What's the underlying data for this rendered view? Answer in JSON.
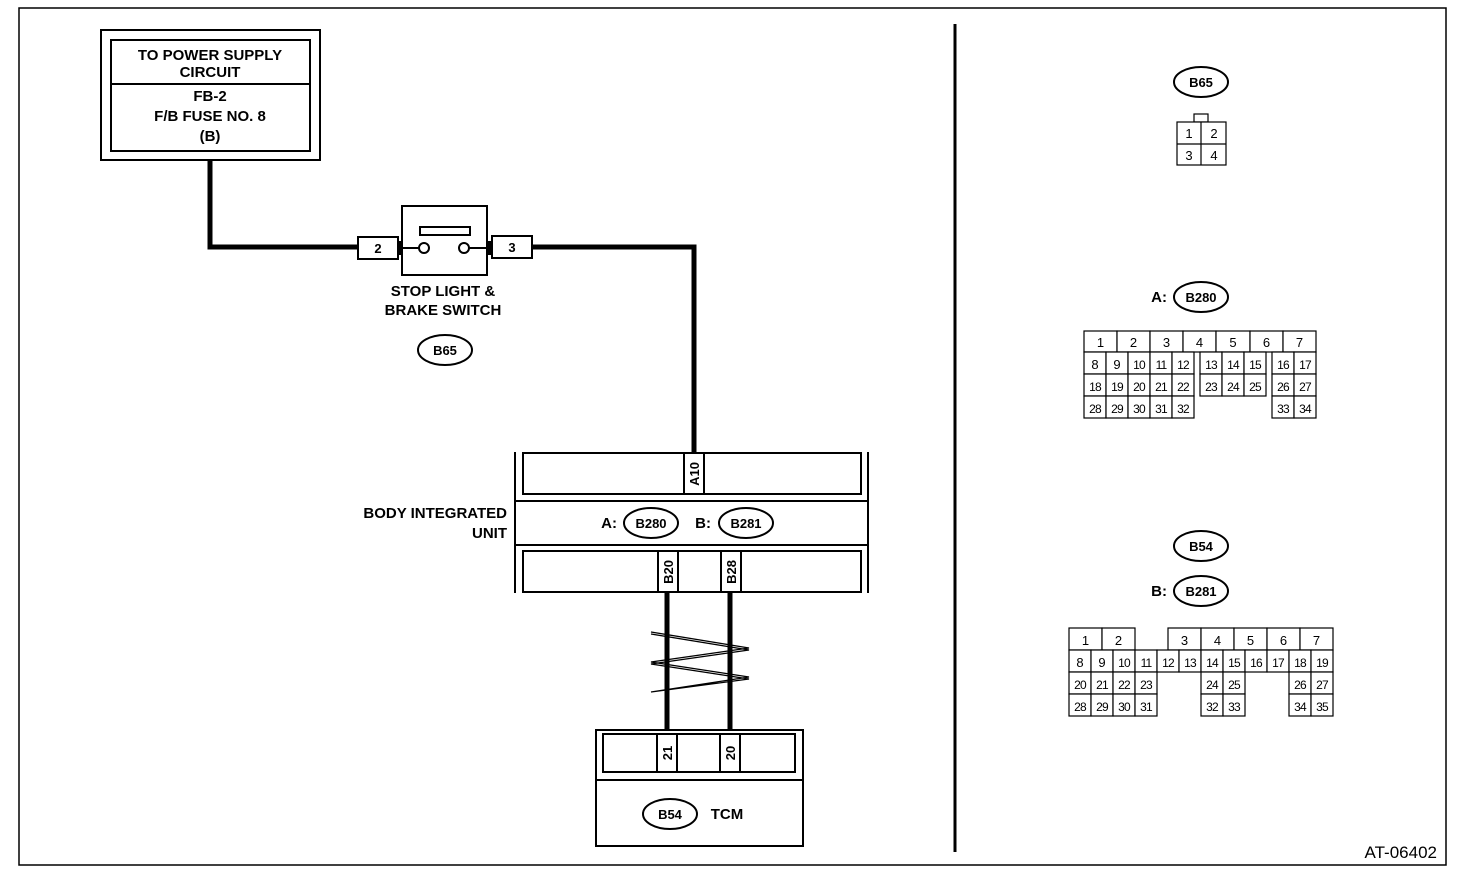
{
  "figure_id": "AT-06402",
  "power_box": {
    "line1": "TO POWER SUPPLY",
    "line2": "CIRCUIT",
    "line3": "FB-2",
    "line4": "F/B FUSE NO. 8",
    "line5": "(B)"
  },
  "switch": {
    "pin_left": "2",
    "pin_right": "3",
    "label_line1": "STOP LIGHT &",
    "label_line2": "BRAKE SWITCH",
    "connector": "B65"
  },
  "body_unit": {
    "label_line1": "BODY INTEGRATED",
    "label_line2": "UNIT",
    "prefix_a": "A:",
    "connector_a": "B280",
    "prefix_b": "B:",
    "connector_b": "B281",
    "pin_a10": "A10",
    "pin_b20": "B20",
    "pin_b28": "B28"
  },
  "tcm": {
    "connector": "B54",
    "label": "TCM",
    "pin_left": "21",
    "pin_right": "20"
  },
  "legend": {
    "b65": {
      "connector": "B65",
      "pins": [
        "1",
        "2",
        "3",
        "4"
      ]
    },
    "b280": {
      "prefix": "A:",
      "connector": "B280",
      "row1": [
        "1",
        "2",
        "3",
        "4",
        "5",
        "6",
        "7"
      ],
      "row2": [
        "8",
        "9",
        "10",
        "11",
        "12",
        "13",
        "14",
        "15",
        "16",
        "17"
      ],
      "row3": [
        "18",
        "19",
        "20",
        "21",
        "22",
        "23",
        "24",
        "25",
        "26",
        "27"
      ],
      "row4": [
        "28",
        "29",
        "30",
        "31",
        "32",
        "33",
        "34"
      ]
    },
    "b281": {
      "connector_top": "B54",
      "prefix": "B:",
      "connector": "B281",
      "row1": [
        "1",
        "2",
        "3",
        "4",
        "5",
        "6",
        "7"
      ],
      "row2": [
        "8",
        "9",
        "10",
        "11",
        "12",
        "13",
        "14",
        "15",
        "16",
        "17",
        "18",
        "19"
      ],
      "row3": [
        "20",
        "21",
        "22",
        "23",
        "24",
        "25",
        "26",
        "27"
      ],
      "row4": [
        "28",
        "29",
        "30",
        "31",
        "32",
        "33",
        "34",
        "35"
      ]
    }
  }
}
